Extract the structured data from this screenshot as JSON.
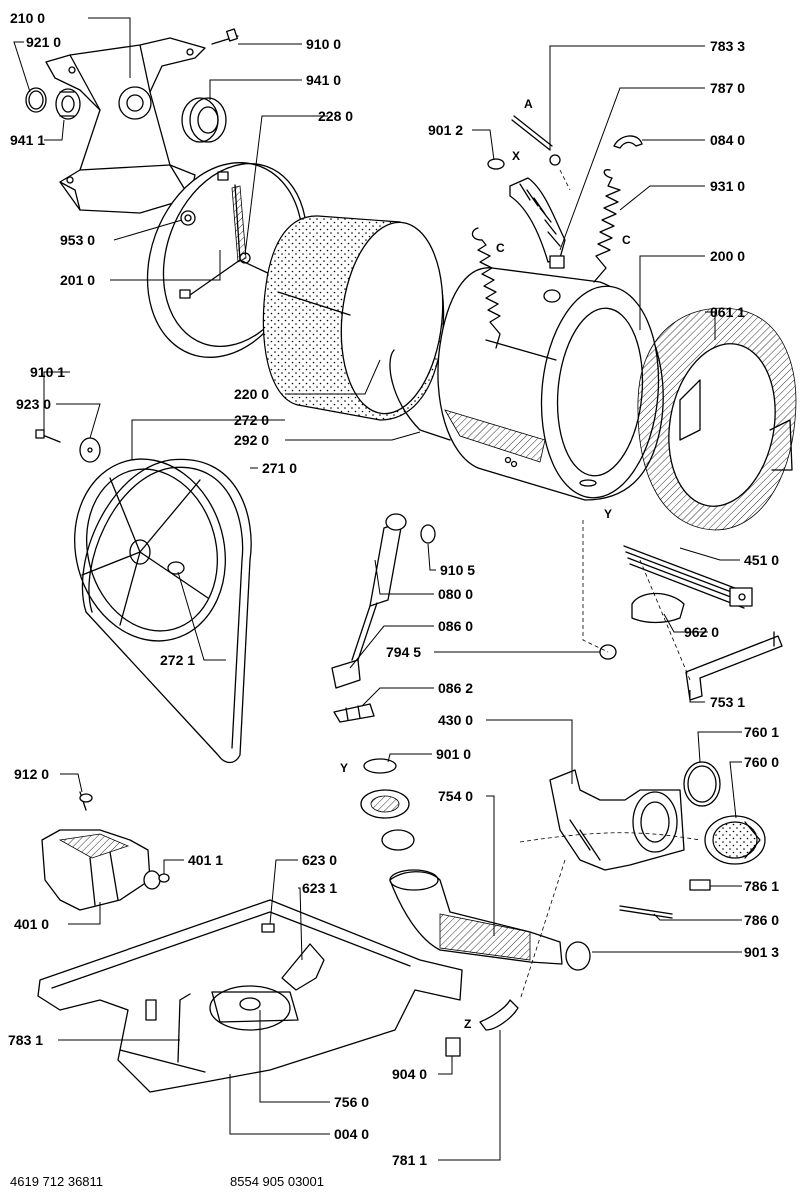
{
  "callouts": {
    "c2100": "210 0",
    "c9210": "921 0",
    "c9100": "910 0",
    "c9410": "941 0",
    "c9411": "941 1",
    "c2280": "228 0",
    "c9530": "953 0",
    "c2010": "201 0",
    "c7833": "783 3",
    "c7870": "787 0",
    "c9012": "901 2",
    "c0840": "084 0",
    "c9310": "931 0",
    "c2000": "200 0",
    "c0611": "061 1",
    "c9101": "910 1",
    "c9230": "923 0",
    "c2200": "220 0",
    "c2720": "272 0",
    "c2920": "292 0",
    "c2710": "271 0",
    "c9105": "910 5",
    "c0800": "080 0",
    "c0860": "086 0",
    "c4510": "451 0",
    "c9620": "962 0",
    "c2721": "272 1",
    "c7945": "794 5",
    "c0862": "086 2",
    "c7531": "753 1",
    "c4300": "430 0",
    "c7601": "760 1",
    "c9120": "912 0",
    "c9010": "901 0",
    "c7600": "760 0",
    "c7540": "754 0",
    "c4011": "401 1",
    "c6230": "623 0",
    "c6231": "623 1",
    "c7861": "786 1",
    "c4010": "401 0",
    "c7860": "786 0",
    "c9013": "901 3",
    "c7831": "783 1",
    "c9040": "904 0",
    "c7560": "756 0",
    "c0040": "004 0",
    "c7811": "781 1"
  },
  "letters": {
    "a": "A",
    "x": "X",
    "c_left": "C",
    "c_right": "C",
    "y_tub": "Y",
    "y_bellows": "Y",
    "z": "Z"
  },
  "footer": {
    "left": "4619 712 36811",
    "right": "8554 905 03001"
  }
}
